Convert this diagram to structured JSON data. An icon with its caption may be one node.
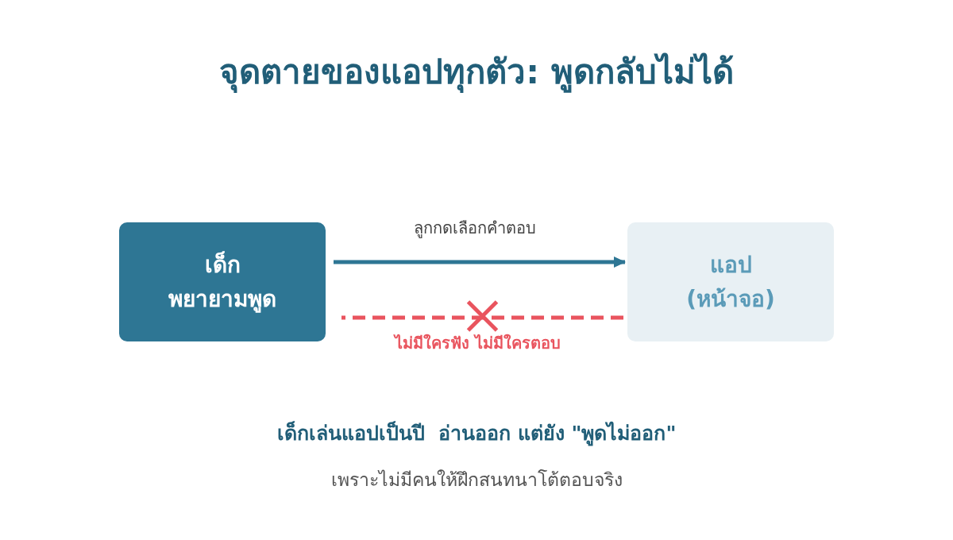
{
  "diagram": {
    "title": "จุดตายของแอปทุกตัว: พูดกลับไม่ได้",
    "nodes": [
      {
        "text": [
          "เด็ก พยายามพูด"
        ]
      },
      {
        "text": [
          "แอป (หน้าจอ)"
        ]
      }
    ],
    "edges": [
      {
        "from": 0,
        "to": 1,
        "arrow": "to",
        "label": "ลูกกดเลือกคำตอบ"
      },
      {
        "from": 1,
        "to": 0,
        "arrow": "none",
        "label": "ไม่มีใครฟัง ไม่มีใครตอบ",
        "style": "dashed",
        "color": "#e9545e"
      }
    ],
    "caption": "เด็กเล่นแอปเป็นปี  อ่านออก แต่ยัง \"พูดไม่ออก\"",
    "labels": [
      "เพราะไม่มีคนให้ฝึกสนทนาโต้ตอบจริง"
    ]
  }
}
